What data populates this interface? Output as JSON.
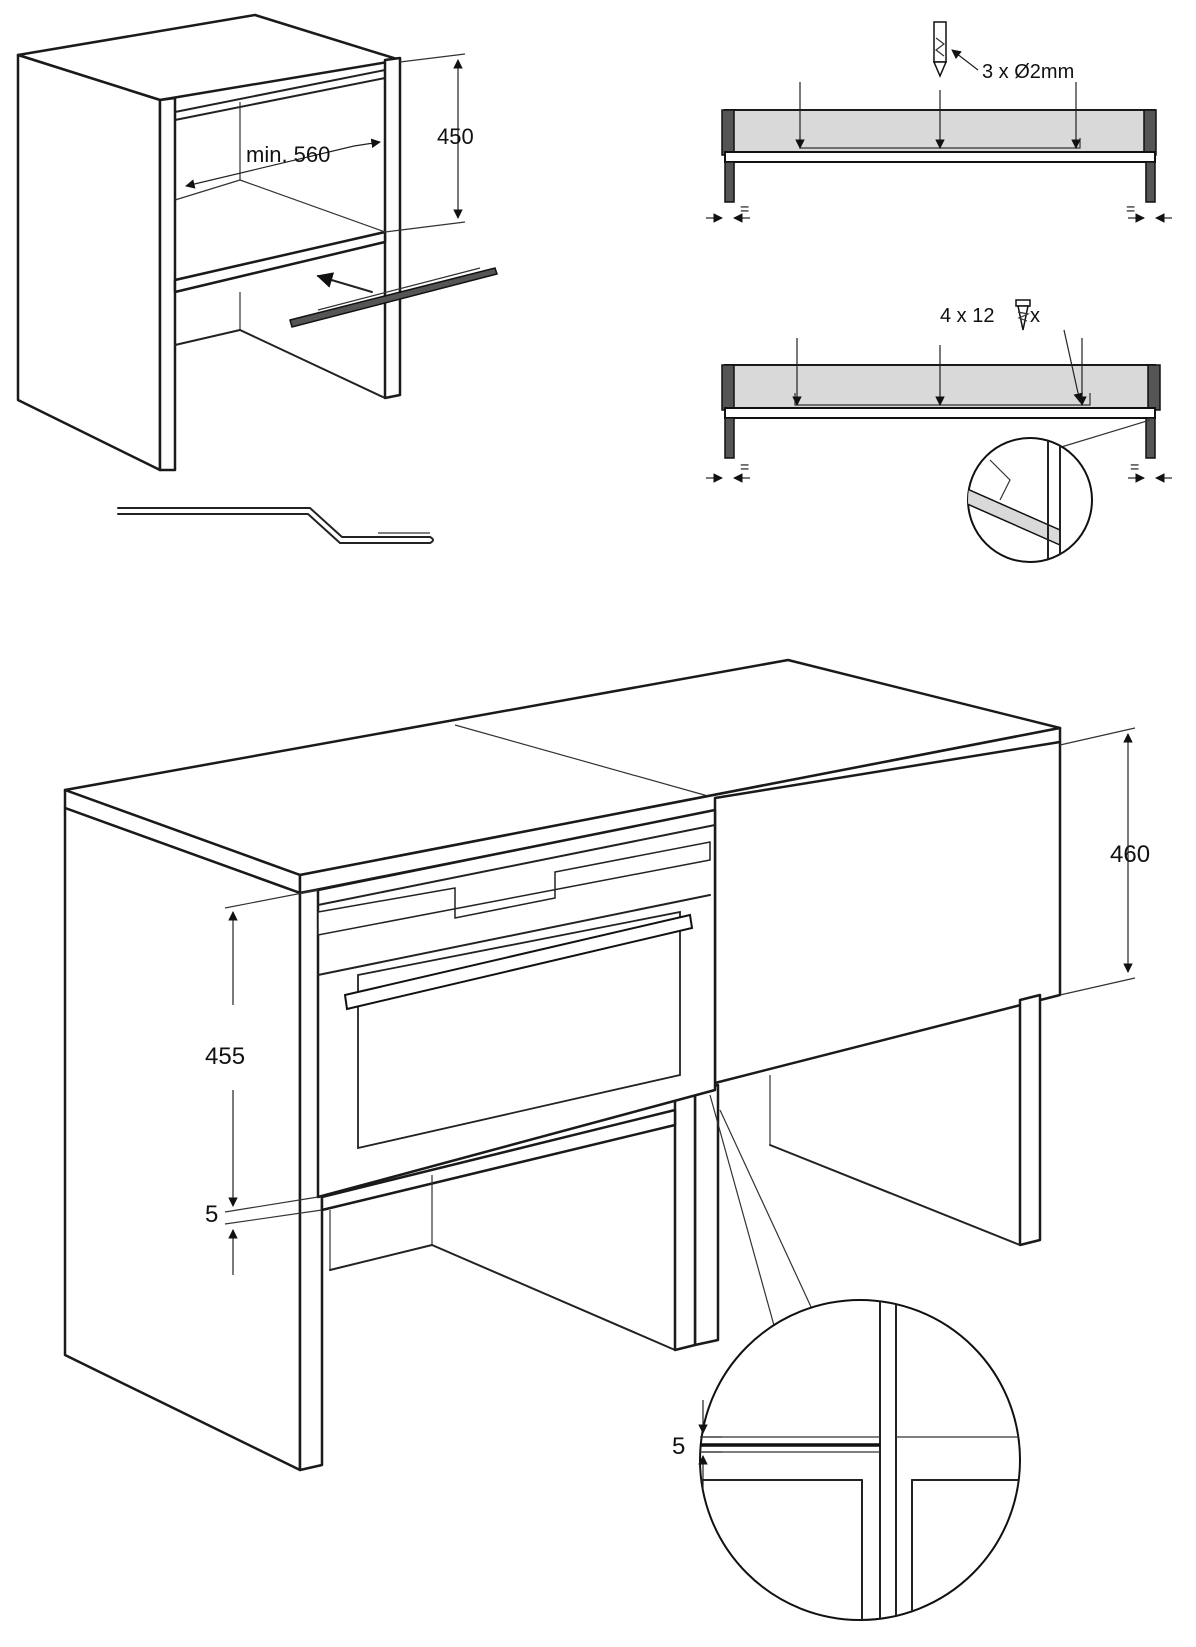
{
  "labels": {
    "min_width": "min. 560",
    "height_450": "450",
    "drill": "3 x Ø2mm",
    "screws": "4 x 12",
    "screw_suffix": "x",
    "equal": "=",
    "height_460": "460",
    "height_455": "455",
    "gap_5": "5",
    "gap_5_detail": "5"
  },
  "icons": {
    "drill_bit": "drill-bit-icon",
    "screw": "screw-icon",
    "dimension_arrow": "dimension-arrow-icon"
  }
}
